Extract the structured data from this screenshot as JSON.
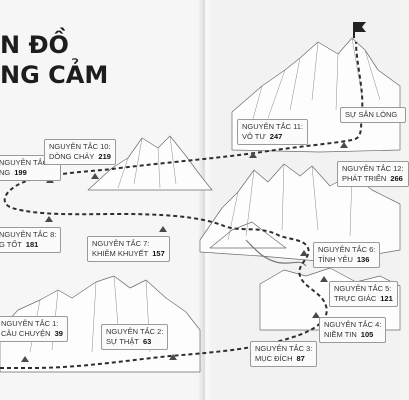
{
  "title": {
    "line1": "N ĐỒ",
    "line2": "NG CẢM"
  },
  "labels": [
    {
      "heading": "NGUYÊN TẮC 1:",
      "name": "CÂU CHUYỆN",
      "page": "39"
    },
    {
      "heading": "NGUYÊN TẮC 2:",
      "name": "SỰ THẬT",
      "page": "63"
    },
    {
      "heading": "NGUYÊN TẮC 3:",
      "name": "MỤC ĐÍCH",
      "page": "87"
    },
    {
      "heading": "NGUYÊN TẮC 4:",
      "name": "NIỀM TIN",
      "page": "105"
    },
    {
      "heading": "NGUYÊN TẮC 5:",
      "name": "TRỰC GIÁC",
      "page": "121"
    },
    {
      "heading": "NGUYÊN TẮC 6:",
      "name": "TÌNH YÊU",
      "page": "136"
    },
    {
      "heading": "NGUYÊN TẮC 7:",
      "name": "KHIÊM KHUYẾT",
      "page": "157"
    },
    {
      "heading": "NGUYÊN TẮC 8:",
      "name": "G TỐT",
      "page": "181"
    },
    {
      "heading": "NGUYÊN TẮC 9:",
      "name": "NG",
      "page": "199"
    },
    {
      "heading": "NGUYÊN TẮC 10:",
      "name": "DÒNG CHẢY",
      "page": "219"
    },
    {
      "heading": "NGUYÊN TẮC 11:",
      "name": "VÔ TƯ",
      "page": "247"
    },
    {
      "heading": "NGUYÊN TẮC 12:",
      "name": "PHÁT TRIỂN",
      "page": "266"
    },
    {
      "heading": "",
      "name": "SỰ SẴN LÒNG",
      "page": ""
    }
  ]
}
